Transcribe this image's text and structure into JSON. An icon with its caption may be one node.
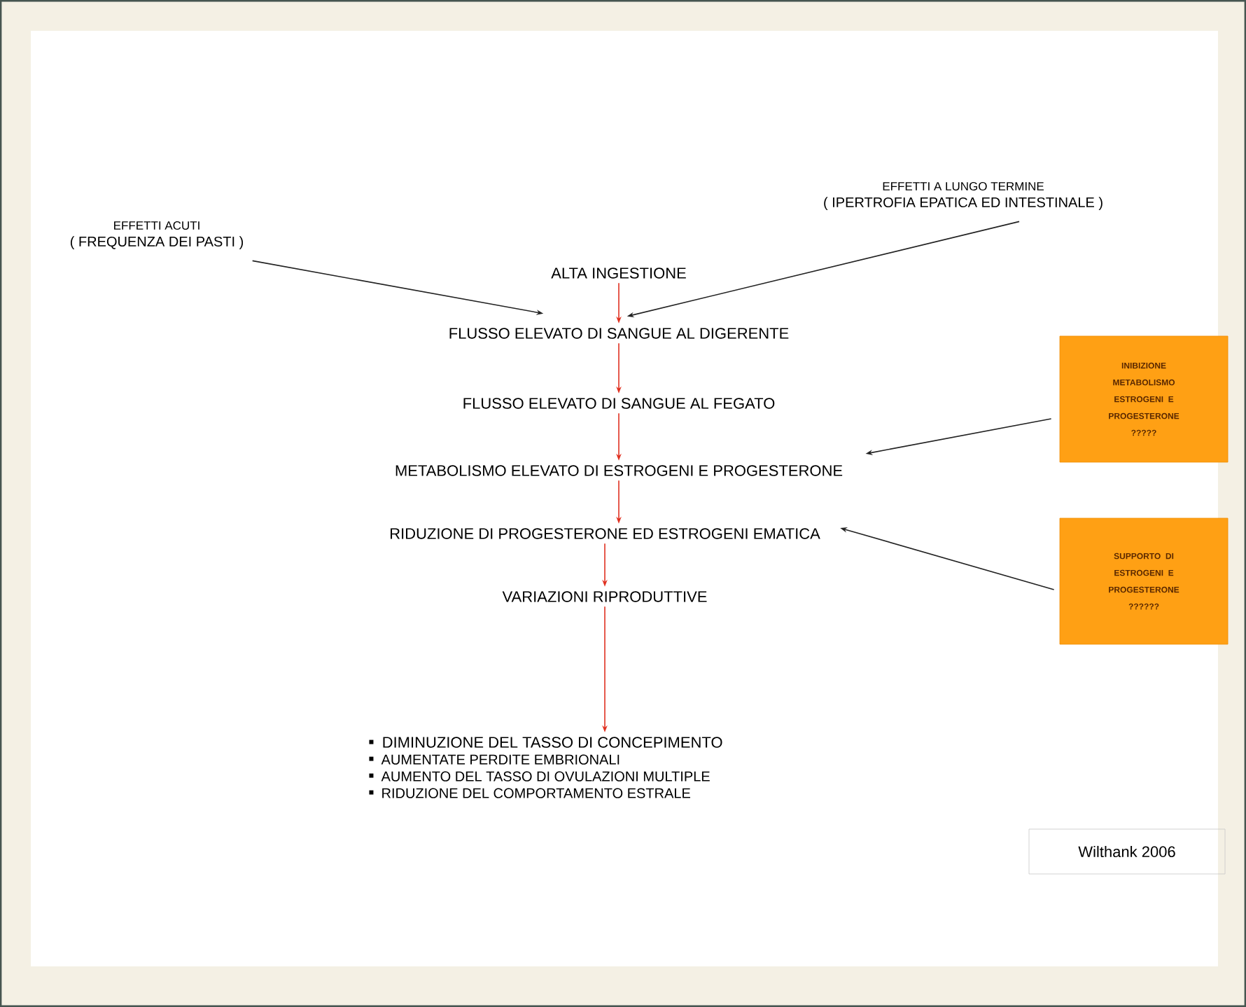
{
  "diagram": {
    "nodes": [
      {
        "text": [
          "EFFETTI ACUTI",
          "( FREQUENZA DEI PASTI )"
        ]
      },
      {
        "text": [
          "EFFETTI A LUNGO TERMINE",
          "( IPERTROFIA EPATICA ED INTESTINALE )"
        ]
      },
      {
        "text": [
          "ALTA INGESTIONE"
        ]
      },
      {
        "text": [
          "FLUSSO ELEVATO DI SANGUE AL DIGERENTE"
        ]
      },
      {
        "text": [
          "FLUSSO ELEVATO DI SANGUE AL FEGATO"
        ]
      },
      {
        "text": [
          "METABOLISMO ELEVATO DI ESTROGENI E PROGESTERONE"
        ]
      },
      {
        "text": [
          "RIDUZIONE DI PROGESTERONE ED ESTROGENI EMATICA"
        ]
      },
      {
        "text": [
          "VARIAZIONI RIPRODUTTIVE"
        ]
      },
      {
        "text": [
          "DIMINUZIONE DEL TASSO DI CONCEPIMENTO",
          "AUMENTATE PERDITE EMBRIONALI",
          "AUMENTO DEL TASSO DI OVULAZIONI MULTIPLE",
          "RIDUZIONE DEL COMPORTAMENTO ESTRALE"
        ]
      },
      {
        "text": [
          "INIBIZIONE METABOLISMO ESTROGENI E PROGESTERONE ?????"
        ]
      },
      {
        "text": [
          "SUPPORTO DI ESTROGENI E PROGESTERONE ??????"
        ]
      },
      {
        "text": [
          "Wilthank 2006"
        ]
      }
    ],
    "edges": [
      {
        "from": 0,
        "to": 3,
        "arrow": "to",
        "color": "#222222"
      },
      {
        "from": 1,
        "to": 3,
        "arrow": "to",
        "color": "#222222"
      },
      {
        "from": 2,
        "to": 3,
        "arrow": "to",
        "color": "#e03020"
      },
      {
        "from": 3,
        "to": 4,
        "arrow": "to",
        "color": "#e03020"
      },
      {
        "from": 4,
        "to": 5,
        "arrow": "to",
        "color": "#e03020"
      },
      {
        "from": 5,
        "to": 6,
        "arrow": "to",
        "color": "#e03020"
      },
      {
        "from": 6,
        "to": 7,
        "arrow": "to",
        "color": "#e03020"
      },
      {
        "from": 7,
        "to": 8,
        "arrow": "to",
        "color": "#e03020"
      },
      {
        "from": 9,
        "to": 5,
        "arrow": "to",
        "color": "#222222"
      },
      {
        "from": 10,
        "to": 6,
        "arrow": "to",
        "color": "#222222"
      }
    ]
  }
}
